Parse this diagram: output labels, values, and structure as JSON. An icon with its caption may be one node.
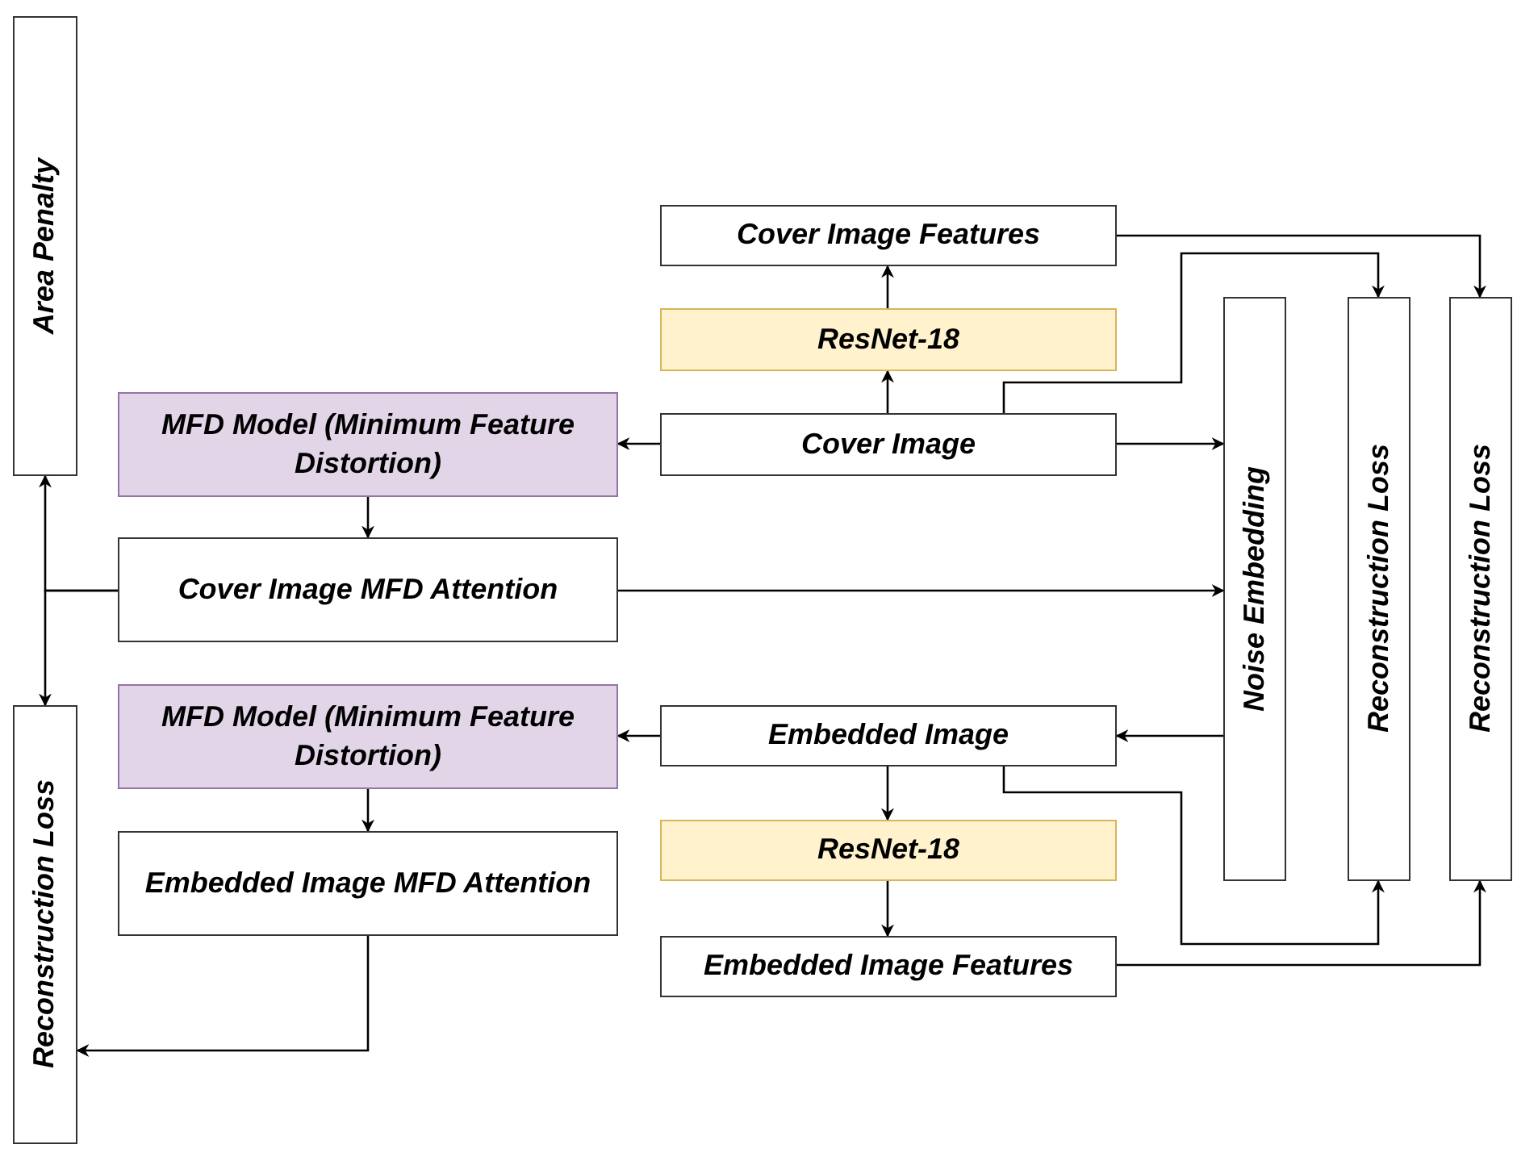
{
  "diagram": {
    "nodes": [
      {
        "text": [
          "Area Penalty"
        ]
      },
      {
        "text": [
          "Reconstruction Loss"
        ]
      },
      {
        "text": [
          "Cover Image Features"
        ]
      },
      {
        "text": [
          "ResNet-18"
        ]
      },
      {
        "text": [
          "MFD Model (Minimum Feature Distortion)"
        ]
      },
      {
        "text": [
          "Cover Image"
        ]
      },
      {
        "text": [
          "Cover Image MFD Attention"
        ]
      },
      {
        "text": [
          "Noise Embedding"
        ]
      },
      {
        "text": [
          "Reconstruction Loss"
        ]
      },
      {
        "text": [
          "Reconstruction Loss"
        ]
      },
      {
        "text": [
          "MFD Model (Minimum Feature Distortion)"
        ]
      },
      {
        "text": [
          "Embedded Image"
        ]
      },
      {
        "text": [
          "Embedded Image MFD Attention"
        ]
      },
      {
        "text": [
          "ResNet-18"
        ]
      },
      {
        "text": [
          "Embedded Image Features"
        ]
      }
    ],
    "edges": [
      {
        "from": 5,
        "to": 3,
        "arrow": "to"
      },
      {
        "from": 3,
        "to": 2,
        "arrow": "to"
      },
      {
        "from": 5,
        "to": 4,
        "arrow": "to"
      },
      {
        "from": 5,
        "to": 7,
        "arrow": "to"
      },
      {
        "from": 5,
        "to": 8,
        "arrow": "to"
      },
      {
        "from": 2,
        "to": 9,
        "arrow": "to"
      },
      {
        "from": 4,
        "to": 6,
        "arrow": "to"
      },
      {
        "from": 6,
        "to": 0,
        "arrow": "to"
      },
      {
        "from": 6,
        "to": 1,
        "arrow": "to"
      },
      {
        "from": 6,
        "to": 7,
        "arrow": "to"
      },
      {
        "from": 7,
        "to": 11,
        "arrow": "to"
      },
      {
        "from": 11,
        "to": 10,
        "arrow": "to"
      },
      {
        "from": 10,
        "to": 12,
        "arrow": "to"
      },
      {
        "from": 12,
        "to": 1,
        "arrow": "to"
      },
      {
        "from": 11,
        "to": 13,
        "arrow": "to"
      },
      {
        "from": 13,
        "to": 14,
        "arrow": "to"
      },
      {
        "from": 11,
        "to": 8,
        "arrow": "to"
      },
      {
        "from": 14,
        "to": 9,
        "arrow": "to"
      }
    ]
  }
}
